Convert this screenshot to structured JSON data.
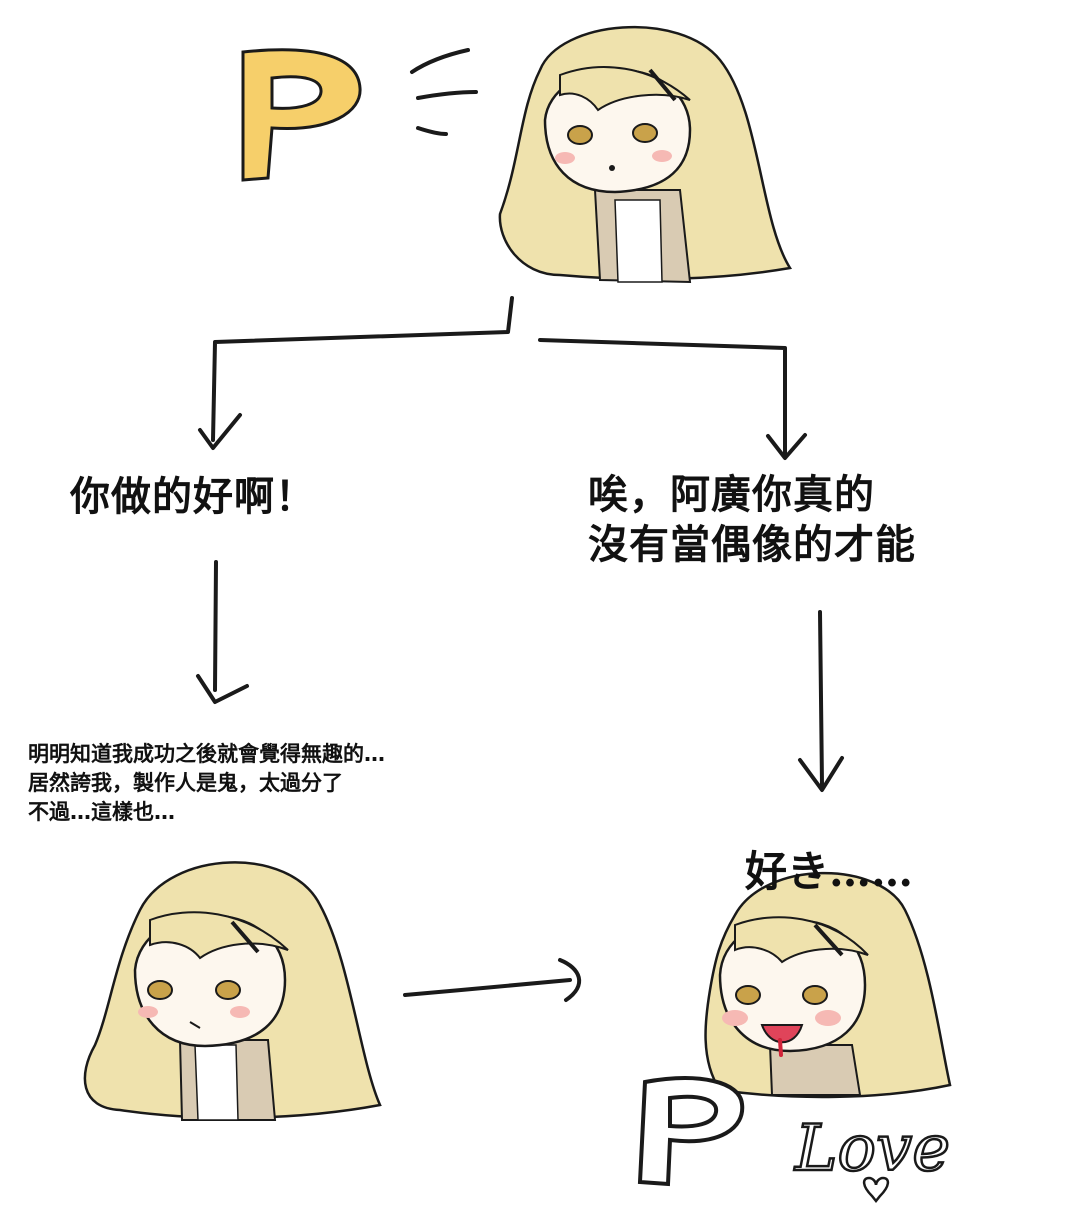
{
  "panel_top": {
    "p_letter": "P"
  },
  "branch_left": {
    "text": "你做的好啊！",
    "thought_lines": [
      "明明知道我成功之後就會覺得無趣的…",
      "居然誇我，製作人是鬼，太過分了",
      "不過…這樣也…"
    ]
  },
  "branch_right": {
    "lines": [
      "唉，阿廣你真的",
      "沒有當偶像的才能"
    ]
  },
  "ending": {
    "suki": "好き……",
    "p_letter": "P",
    "love_text": "Love"
  },
  "colors": {
    "hair": "#efe2ad",
    "hair_shade": "#d8c68a",
    "skin": "#fdf7ee",
    "blush": "#f6b9b4",
    "eye": "#c9a24a",
    "p_yellow": "#f6cf6a",
    "jacket": "#d9cbb3",
    "line": "#1a1a1a"
  }
}
